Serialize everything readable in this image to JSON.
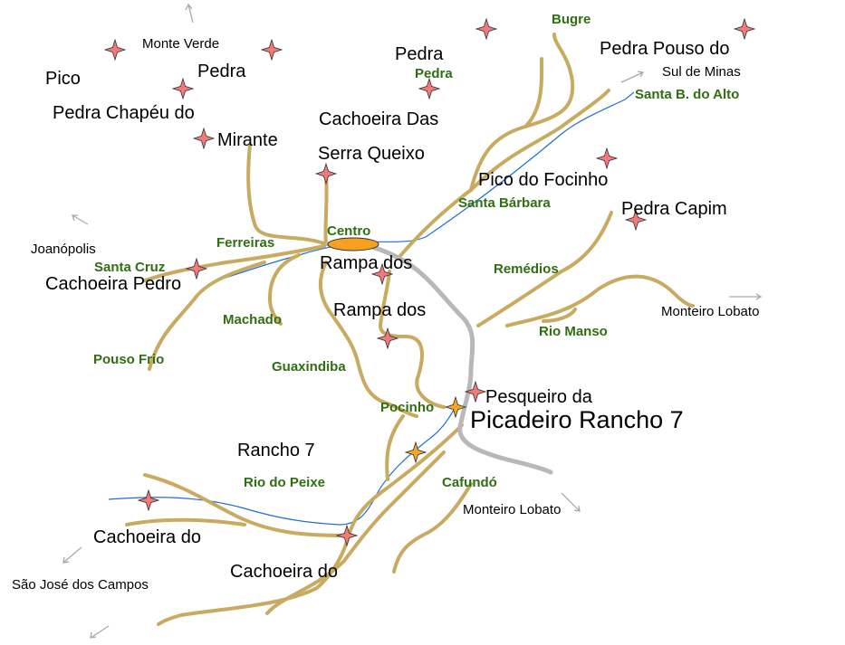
{
  "colors": {
    "road_dirt": "#c8aa60",
    "road_paved": "#b8b8b8",
    "river": "#1f6fd1",
    "neighborhood_text": "#2f6f12",
    "marker_red": "#f47a7a",
    "marker_orange": "#f5a623",
    "center_fill": "#f5a01e",
    "arrow": "#a9a9a9"
  },
  "icons": {
    "attraction": "four-point-star-icon",
    "direction": "arrow-icon",
    "center": "ellipse-icon"
  },
  "labels": {
    "monte_verde": "Monte Verde",
    "pico": "Pico",
    "pedra_left": "Pedra",
    "pedra_chapeu": "Pedra Chapéu do",
    "mirante": "Mirante",
    "pedra_top": "Pedra",
    "pedra_green": "Pedra",
    "bugre": "Bugre",
    "pedra_pouso": "Pedra Pouso do",
    "sul_de_minas": "Sul de Minas",
    "santa_b_alto": "Santa B. do Alto",
    "cachoeira_das": "Cachoeira Das",
    "serra_queixo": "Serra Queixo",
    "pico_focinho": "Pico do Focinho",
    "santa_barbara": "Santa Bárbara",
    "pedra_capim": "Pedra Capim",
    "joanopolis": "Joanópolis",
    "ferreiras": "Ferreiras",
    "centro": "Centro",
    "santa_cruz": "Santa Cruz",
    "cachoeira_pedro": "Cachoeira Pedro",
    "rampa_dos_1": "Rampa dos",
    "remedios": "Remédios",
    "monteiro_lobato_right": "Monteiro Lobato",
    "rampa_dos_2": "Rampa dos",
    "machado": "Machado",
    "rio_manso": "Rio Manso",
    "pouso_frio": "Pouso Frio",
    "guaxindiba": "Guaxindiba",
    "pesqueiro": "Pesqueiro da",
    "pocinho": "Pocinho",
    "picadeiro": "Picadeiro Rancho 7",
    "rancho7": "Rancho 7",
    "rio_do_peixe": "Rio do Peixe",
    "cafundo": "Cafundó",
    "monteiro_lobato_bottom": "Monteiro Lobato",
    "cachoeira_do_1": "Cachoeira do",
    "sao_jose": "São José dos Campos",
    "cachoeira_do_2": "Cachoeira do"
  }
}
